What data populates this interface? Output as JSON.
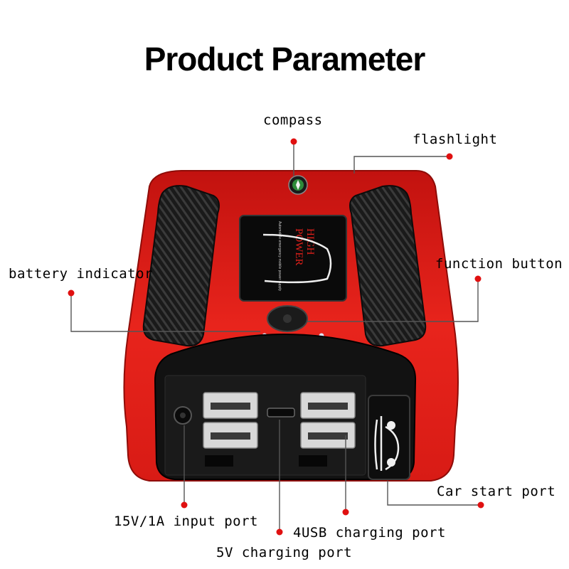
{
  "title": "Product Parameter",
  "callouts": {
    "compass": "compass",
    "flashlight": "flashlight",
    "battery_indicator": "battery indicator",
    "function_button": "function button",
    "car_start_port": "Car start port",
    "input_port": "15V/1A input port",
    "usb_port": "4USB charging port",
    "charging_port": "5V charging port"
  },
  "device": {
    "label_line1": "HIGH",
    "label_line2": "POWER",
    "label_small": "Automobile emergency mobile power supply"
  },
  "colors": {
    "body_red": "#e0201a",
    "grip_black": "#1f1f1f",
    "dot_red": "#e01010",
    "leader_line": "#555555"
  }
}
